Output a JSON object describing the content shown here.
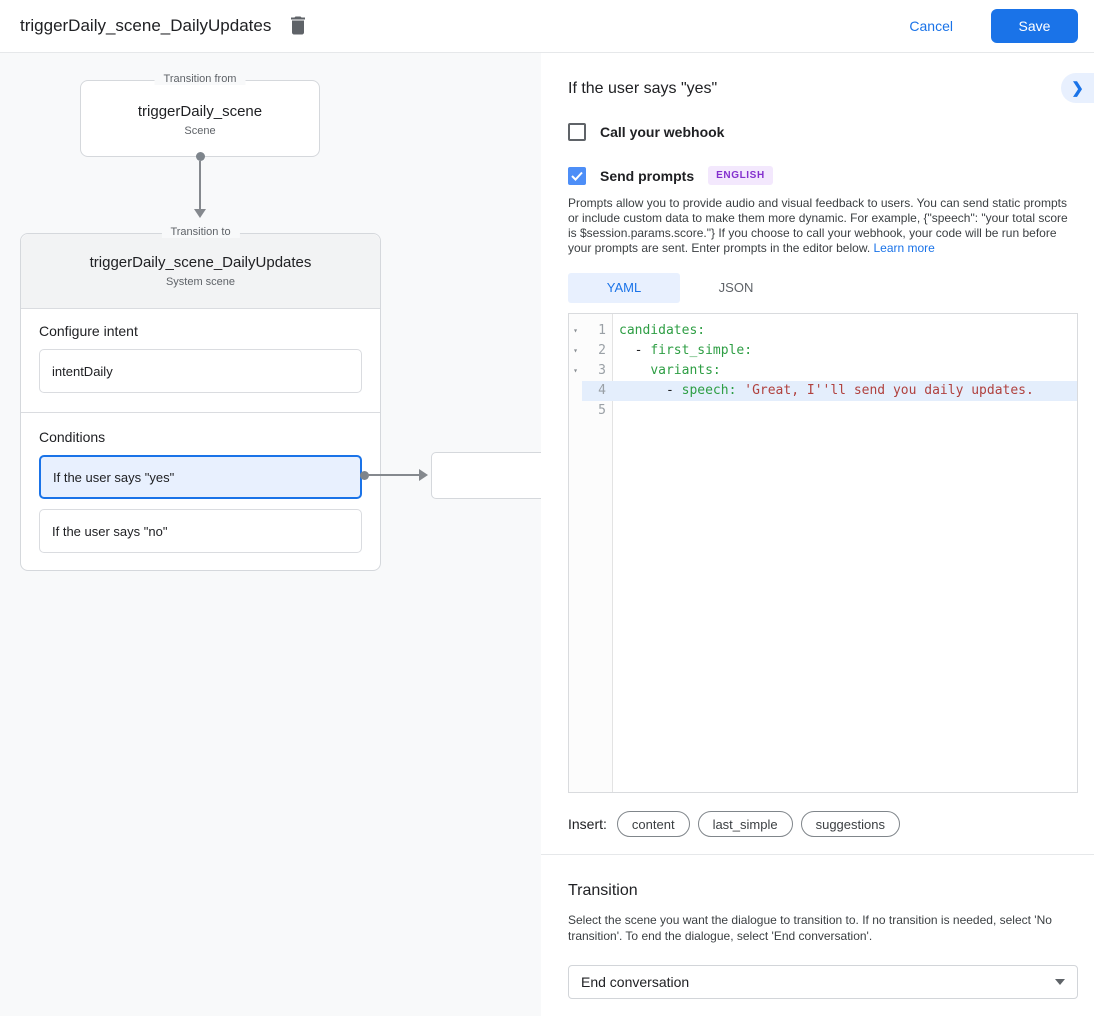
{
  "header": {
    "title": "triggerDaily_scene_DailyUpdates",
    "cancel_label": "Cancel",
    "save_label": "Save"
  },
  "canvas": {
    "from_box": {
      "legend": "Transition from",
      "title": "triggerDaily_scene",
      "subtitle": "Scene"
    },
    "to_box": {
      "legend": "Transition to",
      "title": "triggerDaily_scene_DailyUpdates",
      "subtitle": "System scene",
      "configure_intent_label": "Configure intent",
      "intent_name": "intentDaily",
      "conditions_label": "Conditions",
      "conditions": [
        {
          "label": "If the user says \"yes\"",
          "selected": true
        },
        {
          "label": "If the user says \"no\"",
          "selected": false
        }
      ]
    }
  },
  "panel": {
    "title": "If the user says \"yes\"",
    "webhook": {
      "label": "Call your webhook",
      "checked": false
    },
    "send_prompts": {
      "label": "Send prompts",
      "checked": true,
      "badge": "ENGLISH"
    },
    "description": "Prompts allow you to provide audio and visual feedback to users. You can send static prompts or include custom data to make them more dynamic. For example, {\"speech\": \"your total score is $session.params.score.\"} If you choose to call your webhook, your code will be run before your prompts are sent. Enter prompts in the editor below. ",
    "learn_more_label": "Learn more",
    "tabs": [
      {
        "label": "YAML",
        "active": true
      },
      {
        "label": "JSON",
        "active": false
      }
    ],
    "editor": {
      "lines": [
        {
          "number": "1",
          "fold": "▾",
          "plain": "",
          "key": "candidates:",
          "str": ""
        },
        {
          "number": "2",
          "fold": "▾",
          "plain": "  - ",
          "key": "first_simple:",
          "str": ""
        },
        {
          "number": "3",
          "fold": "▾",
          "plain": "    ",
          "key": "variants:",
          "str": ""
        },
        {
          "number": "4",
          "fold": "",
          "plain": "      - ",
          "key": "speech: ",
          "str": "'Great, I''ll send you daily updates."
        },
        {
          "number": "5",
          "fold": "",
          "plain": "",
          "key": "",
          "str": ""
        }
      ]
    },
    "insert": {
      "label": "Insert:",
      "chips": [
        "content",
        "last_simple",
        "suggestions"
      ]
    },
    "transition": {
      "heading": "Transition",
      "description": "Select the scene you want the dialogue to transition to. If no transition is needed, select 'No transition'. To end the dialogue, select 'End conversation'.",
      "selected_value": "End conversation"
    }
  },
  "colors": {
    "accent_blue": "#1a73e8",
    "selected_condition_bg": "#e8f0fe",
    "badge_purple_text": "#8430ce",
    "badge_purple_bg": "#f3e8fd",
    "code_key_green": "#2e9e44",
    "code_string_red": "#b0413e",
    "active_line_bg": "#e4eefc",
    "canvas_bg": "#f8f9fa"
  }
}
